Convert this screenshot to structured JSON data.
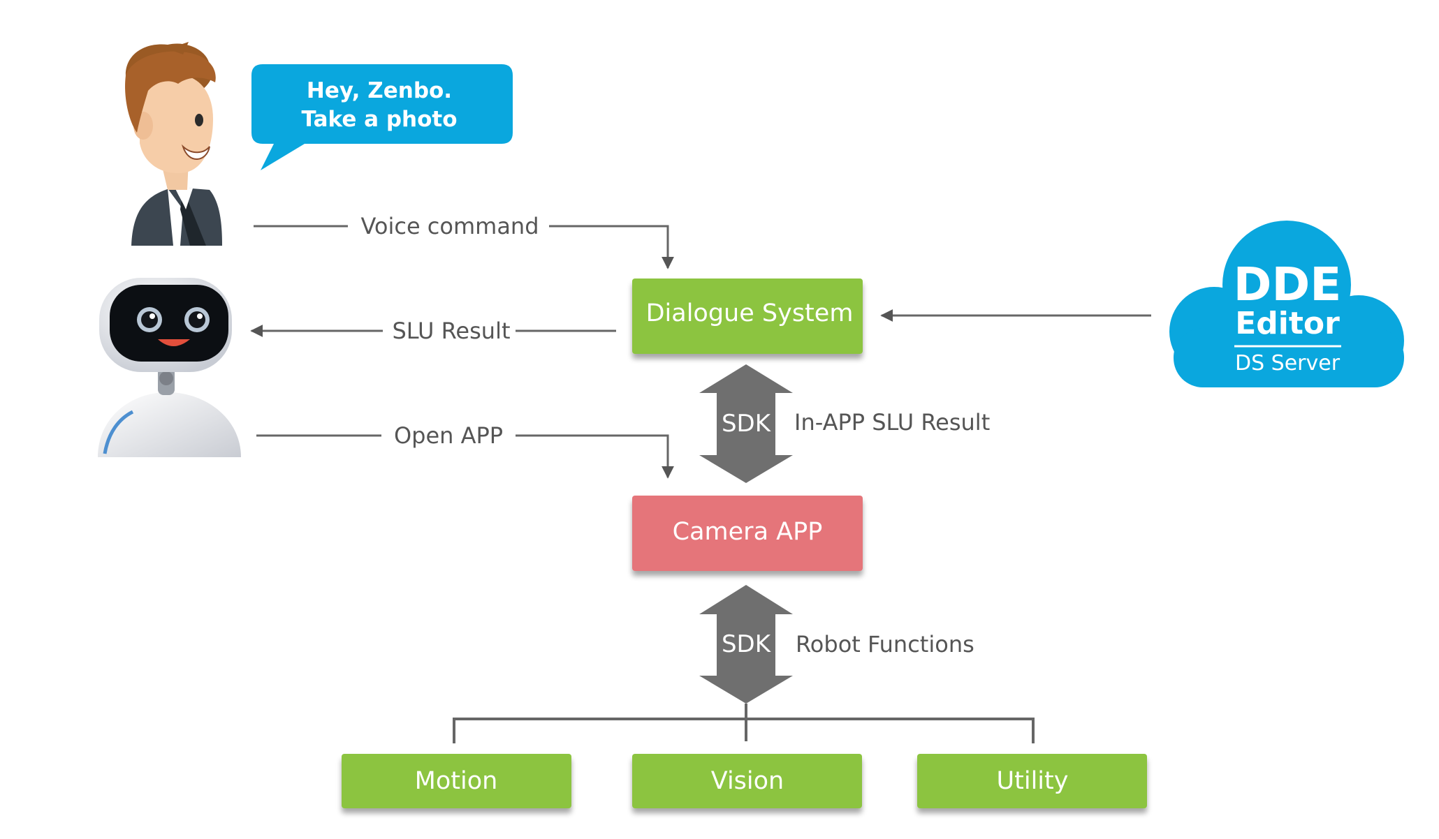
{
  "speech_bubble": {
    "line1": "Hey, Zenbo.",
    "line2": "Take a photo"
  },
  "flows": {
    "voice_command": "Voice command",
    "slu_result": "SLU Result",
    "open_app": "Open APP"
  },
  "nodes": {
    "dialogue_system": "Dialogue System",
    "camera_app": "Camera APP",
    "motion": "Motion",
    "vision": "Vision",
    "utility": "Utility"
  },
  "sdk_links": [
    {
      "sdk": "SDK",
      "label": "In-APP SLU Result"
    },
    {
      "sdk": "SDK",
      "label": "Robot Functions"
    }
  ],
  "cloud": {
    "title_line1": "DDE",
    "title_line2": "Editor",
    "subtitle": "DS Server"
  },
  "colors": {
    "green_box": "#8cc43f",
    "red_box": "#e5747a",
    "sdk_arrow": "#6f6f6f",
    "connector": "#666666",
    "bubble": "#0aa7de",
    "cloud": "#0aa7de"
  },
  "icons": [
    "user-avatar-icon",
    "robot-icon",
    "cloud-icon"
  ]
}
